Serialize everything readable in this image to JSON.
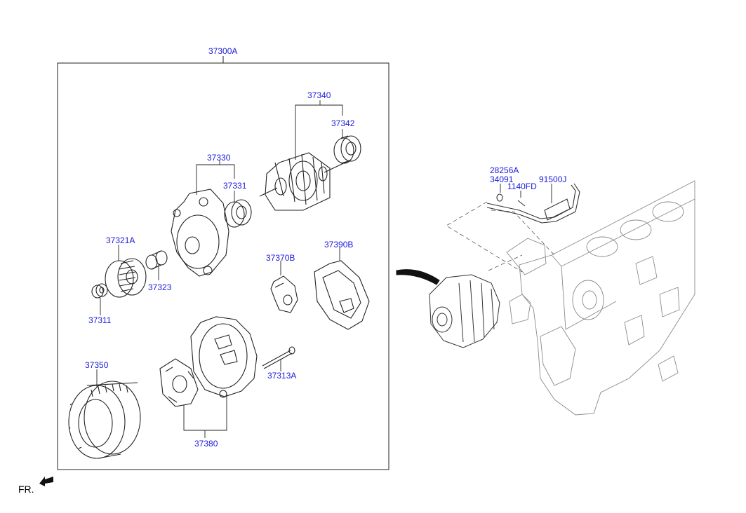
{
  "diagram": {
    "assembly_label": "37300A",
    "fr_label": "FR.",
    "parts": [
      {
        "id": "p37340",
        "label": "37340"
      },
      {
        "id": "p37342",
        "label": "37342"
      },
      {
        "id": "p37330",
        "label": "37330"
      },
      {
        "id": "p37331",
        "label": "37331"
      },
      {
        "id": "p37321A",
        "label": "37321A"
      },
      {
        "id": "p37323",
        "label": "37323"
      },
      {
        "id": "p37311",
        "label": "37311"
      },
      {
        "id": "p37370B",
        "label": "37370B"
      },
      {
        "id": "p37390B",
        "label": "37390B"
      },
      {
        "id": "p37350",
        "label": "37350"
      },
      {
        "id": "p37313A",
        "label": "37313A"
      },
      {
        "id": "p37380",
        "label": "37380"
      },
      {
        "id": "p28256A",
        "label": "28256A"
      },
      {
        "id": "p34091",
        "label": "34091"
      },
      {
        "id": "p1140FD",
        "label": "1140FD"
      },
      {
        "id": "p91500J",
        "label": "91500J"
      }
    ]
  }
}
